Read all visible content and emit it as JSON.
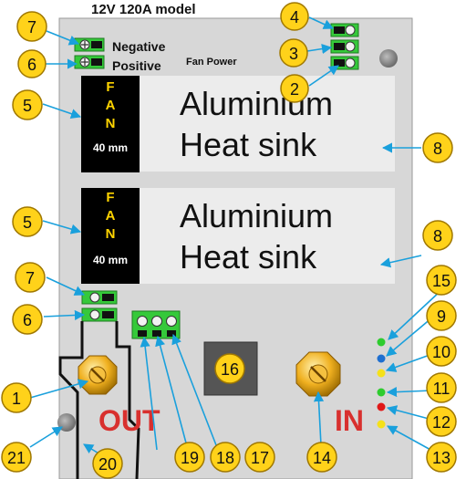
{
  "title": "12V 120A model",
  "labels": {
    "negative": "Negative",
    "positive": "Positive",
    "fan_power": "Fan Power",
    "out": "OUT",
    "in": "IN"
  },
  "fans": [
    {
      "letters": [
        "F",
        "A",
        "N"
      ],
      "size": "40 mm"
    },
    {
      "letters": [
        "F",
        "A",
        "N"
      ],
      "size": "40 mm"
    }
  ],
  "heat_sinks": [
    {
      "line1": "Aluminium",
      "line2": "Heat sink"
    },
    {
      "line1": "Aluminium",
      "line2": "Heat sink"
    }
  ],
  "callouts": [
    "1",
    "2",
    "3",
    "4",
    "5",
    "5",
    "6",
    "6",
    "7",
    "7",
    "8",
    "8",
    "9",
    "10",
    "11",
    "12",
    "13",
    "14",
    "15",
    "16",
    "17",
    "18",
    "19",
    "20",
    "21"
  ],
  "colors": {
    "board": "#d7d7d7",
    "heatsink": "#ececec",
    "fan": "#000000",
    "callout_fill": "#ffd21a",
    "callout_stroke": "#a07800",
    "leader": "#1aa0dc",
    "terminal": "#35c93a",
    "bolt": "#f0b020",
    "led_green": "#2ecc2e",
    "led_blue": "#1e6fd0",
    "led_yellow": "#f5e11a",
    "led_red": "#e01818",
    "text_red": "#d8302e"
  }
}
